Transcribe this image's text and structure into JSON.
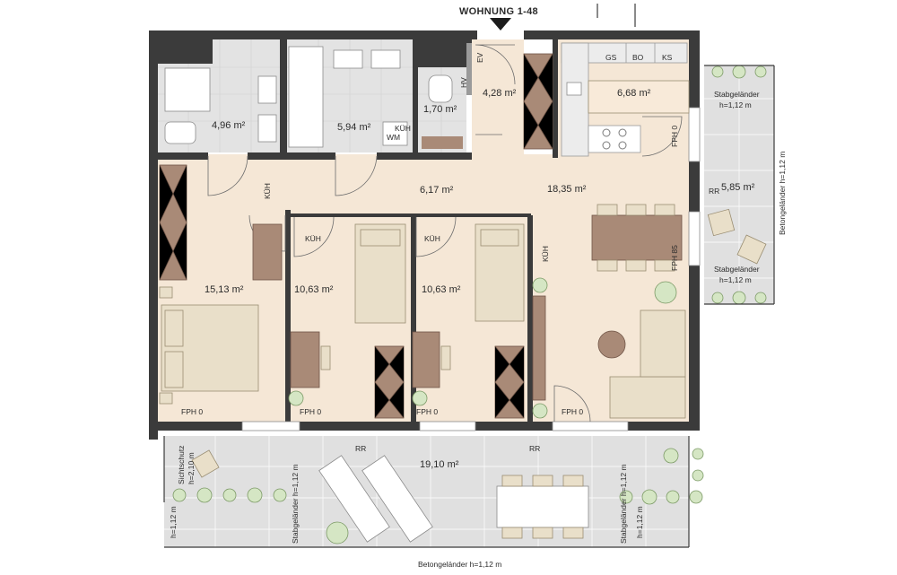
{
  "title": "WOHNUNG 1-48",
  "colors": {
    "room_floor": "#f5e7d6",
    "tiles": "#e3e3e3",
    "terrace": "#e0e0e0",
    "walls": "#3b3b3b",
    "furniture_dark": "#a98a77",
    "furniture_light": "#e9dfc9"
  },
  "rooms": {
    "bad1": "4,96 m²",
    "bad2": "5,94 m²",
    "wc": "1,70 m²",
    "entry": "4,28 m²",
    "kitchen": "6,68 m²",
    "hall": "6,17 m²",
    "living": "18,35 m²",
    "bedroom1": "15,13 m²",
    "bedroom2": "10,63 m²",
    "bedroom3": "10,63 m²",
    "balcony": "5,85 m²",
    "terrace": "19,10 m²"
  },
  "labels": {
    "hv": "HV",
    "ev": "EV",
    "wm": "WM",
    "kueh": "KÜH",
    "gs": "GS",
    "bo": "BO",
    "ks": "KS",
    "rr": "RR",
    "fph0": "FPH 0",
    "fph85": "FPH 85",
    "stabgelaender": "Stabgeländer",
    "h112": "h=1,12 m",
    "betongelaender_side": "Betongeländer h=1,12 m",
    "betongelaender_bottom": "Betongeländer h=1,12 m",
    "sichtschutz": "Sichtschutz",
    "h210": "h=2,10 m",
    "stabgelaender_h": "Stabgeländer h=1,12 m"
  }
}
